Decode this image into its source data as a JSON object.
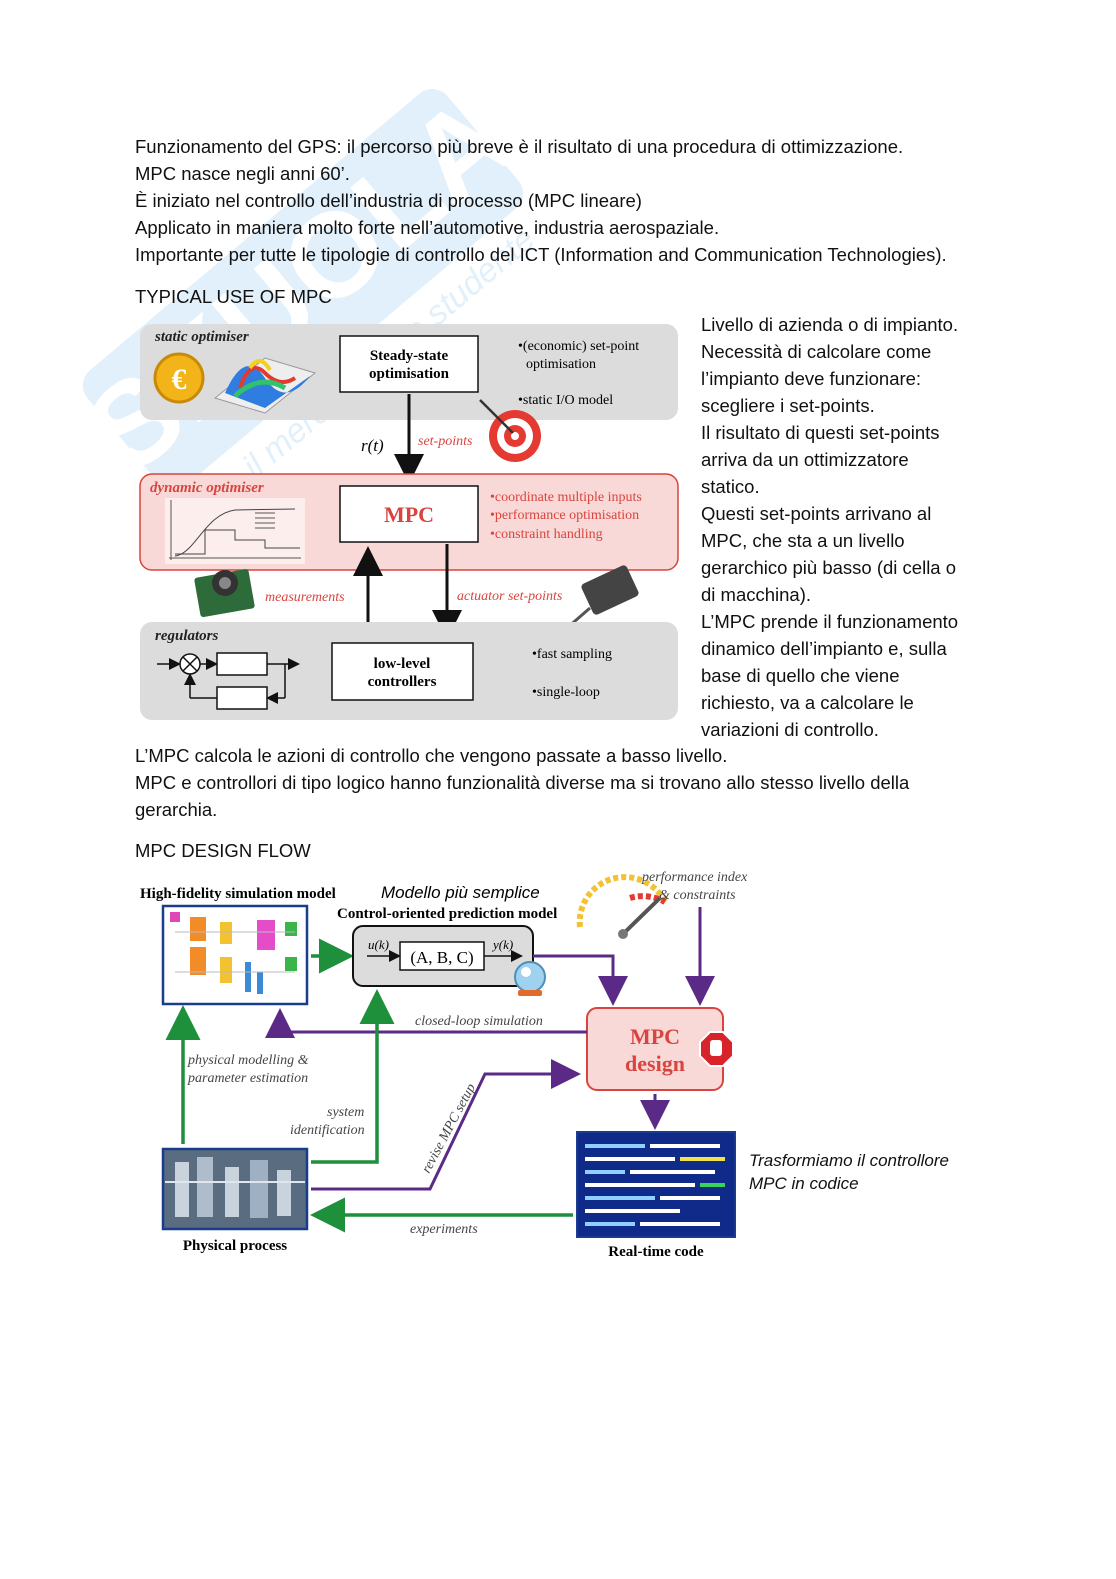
{
  "intro": [
    "Funzionamento del GPS: il percorso più breve è il risultato di una procedura di ottimizzazione.",
    "MPC nasce negli anni 60’.",
    "È iniziato nel controllo dell’industria di processo (MPC lineare)",
    "Applicato in maniera molto forte nell’automotive, industria aerospaziale.",
    "Importante per tutte le tipologie di controllo del ICT (Information and Communication Technologies)."
  ],
  "section1_title": "TYPICAL USE OF MPC",
  "fig1": {
    "static_optimiser": "static optimiser",
    "steady_state_1": "Steady-state",
    "steady_state_2": "optimisation",
    "bullet_economic_1": "•(economic) set-point",
    "bullet_economic_2": "optimisation",
    "bullet_static_io": "•static I/O model",
    "r_t": "r(t)",
    "set_points": "set-points",
    "dynamic_optimiser": "dynamic optimiser",
    "mpc": "MPC",
    "bullet_coord": "•coordinate multiple inputs",
    "bullet_perf": "•performance optimisation",
    "bullet_constr": "•constraint handling",
    "measurements": "measurements",
    "actuator_set_points": "actuator set-points",
    "regulators": "regulators",
    "low_level_1": "low-level",
    "low_level_2": "controllers",
    "bullet_fast": "•fast sampling",
    "bullet_single": "•single-loop",
    "euro_symbol": "€"
  },
  "side_text": [
    "Livello di azienda o di impianto.",
    "Necessità di calcolare come",
    "l’impianto deve funzionare:",
    "scegliere i set-points.",
    "Il risultato di questi set-points",
    "arriva da un ottimizzatore",
    "statico.",
    "Questi set-points arrivano al",
    "MPC, che sta a un livello",
    "gerarchico più basso (di cella o",
    "di macchina).",
    "L’MPC prende il funzionamento",
    "dinamico dell’impianto e, sulla",
    "base di quello che viene",
    "richiesto, va a calcolare le",
    "variazioni di controllo."
  ],
  "after_fig1": [
    "L’MPC calcola le azioni di controllo che vengono passate a basso livello.",
    "MPC e controllori di tipo logico hanno funzionalità diverse ma si trovano allo stesso livello della",
    "gerarchia."
  ],
  "section2_title": "MPC DESIGN FLOW",
  "fig2": {
    "hifi_model": "High-fidelity simulation model",
    "modello_semplice": "Modello più semplice",
    "control_oriented": "Control-oriented prediction model",
    "u_k": "u(k)",
    "abc": "(A, B, C)",
    "y_k": "y(k)",
    "perf_index_1": "performance index",
    "perf_index_2": "& constraints",
    "closed_loop": "closed-loop simulation",
    "physical_modelling_1": "physical modelling &",
    "physical_modelling_2": "parameter estimation",
    "mpc_design_1": "MPC",
    "mpc_design_2": "design",
    "system_id_1": "system",
    "system_id_2": "identification",
    "revise": "revise MPC setup",
    "experiments": "experiments",
    "physical_process": "Physical process",
    "realtime_code": "Real-time code",
    "note_1": "Trasformiamo il controllore",
    "note_2": "MPC in codice"
  },
  "colors": {
    "green_arrow": "#1e8f3a",
    "purple_arrow": "#5b2a86",
    "mpc_red": "#d9443f",
    "panel_gray": "#dcdcdc",
    "panel_pink": "#f8d9d7",
    "watermark": "#5fb2e8"
  }
}
